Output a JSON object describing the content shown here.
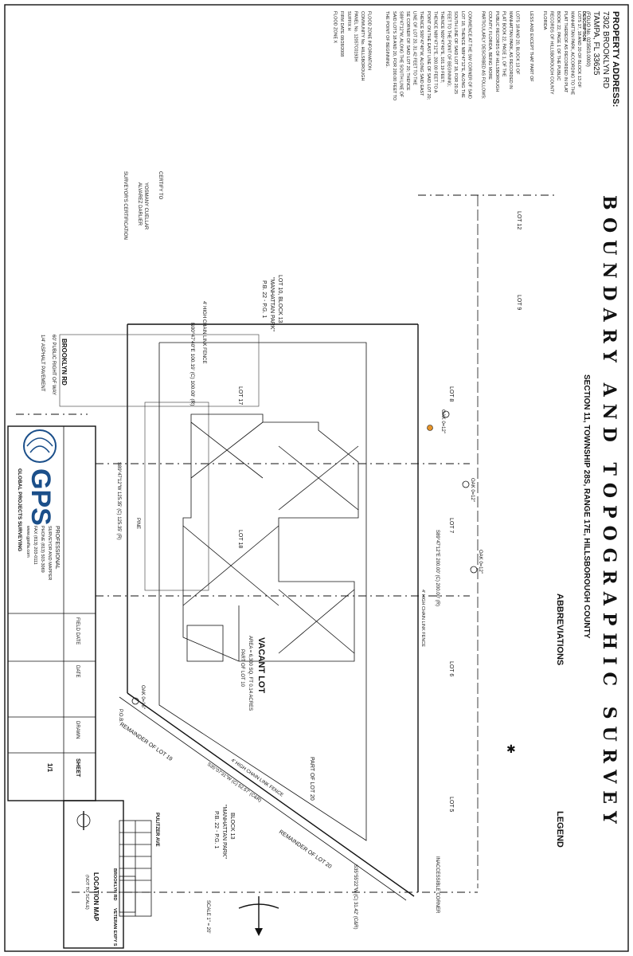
{
  "title": "BOUNDARY AND TOPOGRAPHIC SURVEY",
  "subtitle": "SECTION 11, TOWNSHIP 28S, RANGE 17E, HILLSBOROUGH COUNTY",
  "abbreviations_label": "ABBREVIATIONS",
  "legend_label": "LEGEND",
  "property": {
    "heading": "PROPERTY ADDRESS:",
    "street": "7302 BROOKLYN RD",
    "city": "TAMPA, FL 33625",
    "folio": "(FOLIO No. 023503.0000)",
    "description_heading": "DESCRIPTION",
    "description_lines": [
      "LOTS 17, 18 AND 20 OF BLOCK 13 OF",
      "MANHATTAN PARK, ACCORDING TO THE",
      "PLAT THEREOF AS RECORDED IN PLAT",
      "BOOK 22, PAGE 1 OF THE PUBLIC",
      "RECORDS OF HILLSBOROUGH COUNTY",
      "FLORIDA",
      "",
      "LESS AND EXCEPT THAT PART OF",
      "",
      "LOTS 18 AND 20, BLOCK 13 OF",
      "MANHATTAN PARK, AS RECORDED IN",
      "PLAT BOOK 22, PAGE 1, OF THE",
      "PUBLIC RECORDS OF HILLSBOROUGH",
      "COUNTY, FLORIDA, BEING MORE",
      "PARTICULARLY DESCRIBED AS FOLLOWS:",
      "",
      "COMMENCE AT THE SW CORNER OF SAID",
      "LOT 18, THENCE N89°47'12\"E, ALONG THE",
      "SOUTH LINE OF SAID LOT 18, FOR 20.25",
      "FEET TO THE POINT OF BEGINNING;",
      "THENCE N00°47'40\"E, 101.19 FEET;",
      "THENCE N89°47'12\"E, 200.00 FEET TO A",
      "POINT ON THE EAST LINE OF SAID LOT 20;",
      "THENCE S00°47'40\"W, ALONG SAID EAST",
      "LINE OF LOT 20, 31.42 FEET TO THE",
      "SE CORNER OF SAID LOT 20; THENCE",
      "S89°47'12\"W, ALONG THE SOUTH LINE OF",
      "SAID LOTS 18 AND 20, FOR 200.00 FEET TO",
      "THE POINT OF BEGINNING."
    ],
    "flood_lines": [
      "FLOOD ZONE INFORMATION",
      "COMMUNITY No.        HILLSBOROUGH",
      "PANEL No. 12057C0193H",
      "SUFFIX     H",
      "FIRM DATE  08/28/2008",
      "FLOOD ZONE  X"
    ]
  },
  "certified": {
    "heading": "CERTIFY TO",
    "names": [
      "YOSMANY CUELLAR",
      "ALVAREZ DARLIER"
    ],
    "cert": "SURVEYOR'S CERTIFICATION"
  },
  "plan": {
    "lot10": "LOT 10, BLOCK 13",
    "lot10_sub": "\"MANHATTAN PARK\"",
    "lot10_pb": "P.B. 22 - P.G. 1",
    "fence_top": "4' HIGH CHAIN LINK FENCE",
    "bearing_top": "N00°47'40\"E  100.19' (C)  100.00' (R)",
    "lot12": "LOT 12",
    "lot9": "LOT 9",
    "lot8": "LOT 8",
    "lot7": "LOT 7",
    "lot6": "LOT 6",
    "lot5": "LOT 5",
    "lot17": "LOT 17",
    "lot18": "LOT 18",
    "vacant": "VACANT LOT",
    "vacant_sub": "AREA = 6,300 SQ. FT  0.14 ACRES",
    "vacant_part": "PART OF LOT 10",
    "part_lot20": "PART OF LOT 20",
    "block13": "BLOCK 13",
    "block13_sub": "\"MANHATTAN PARK\"",
    "block13_pb": "P.B. 22 - P.G. 1",
    "bearing_right": "S89°47'12\"E  200.00' (C)  200.00' (R)",
    "bearing_left": "S89°47'12\"W  125.35' (C)  125.35' (R)",
    "bearing_diag": "S35°07'31\"W (C)  52.57' (C&R)",
    "bearing_end": "S35°55'22\"W (C)  31.42' (C&R)",
    "brooklyn": "BROOKLYN RD",
    "brooklyn_row": "60' PUBLIC RIGHT OF WAY",
    "asphalt": "1/4' ASPHALT PAVEMENT",
    "remainder19": "REMAINDER OF LOT 19",
    "remainder20": "REMAINDER OF LOT 20",
    "fence_diag": "4' HIGH CHAIN LINK FENCE",
    "ficl": "4' HIGH CHAIN LINK FENCE",
    "oak1": "OAK 0=12\"",
    "oak2": "OAK 0=12\"",
    "oak3": "OAK 0=12\"",
    "oak4": "OAK 0=16\"",
    "inaccessible": "INACCESSIBLE CORNER",
    "pob": "P.O.B.",
    "pine": "PINE"
  },
  "company": {
    "logo": "GPS",
    "name": "GLOBAL PROJECTS SURVEYING",
    "lines": [
      "PROFESSIONAL",
      "SURVEYOR AND MAPPER",
      "PHONE (813) 503-3069",
      "FAX (813) 203-0111",
      "www.gpsfla.com"
    ],
    "drawn": "DRAWN",
    "field_date": "FIELD DATE",
    "date": "DATE",
    "sheet": "SHEET",
    "sheet_no": "1/1"
  },
  "location_map": {
    "title": "LOCATION MAP",
    "sub": "(NOT TO SCALE)",
    "street1": "PULITZER AVE",
    "street2": "BROOKLYN RD",
    "street3": "VETERAN EXPY S",
    "scale": "SCALE 1\" = 20'"
  }
}
